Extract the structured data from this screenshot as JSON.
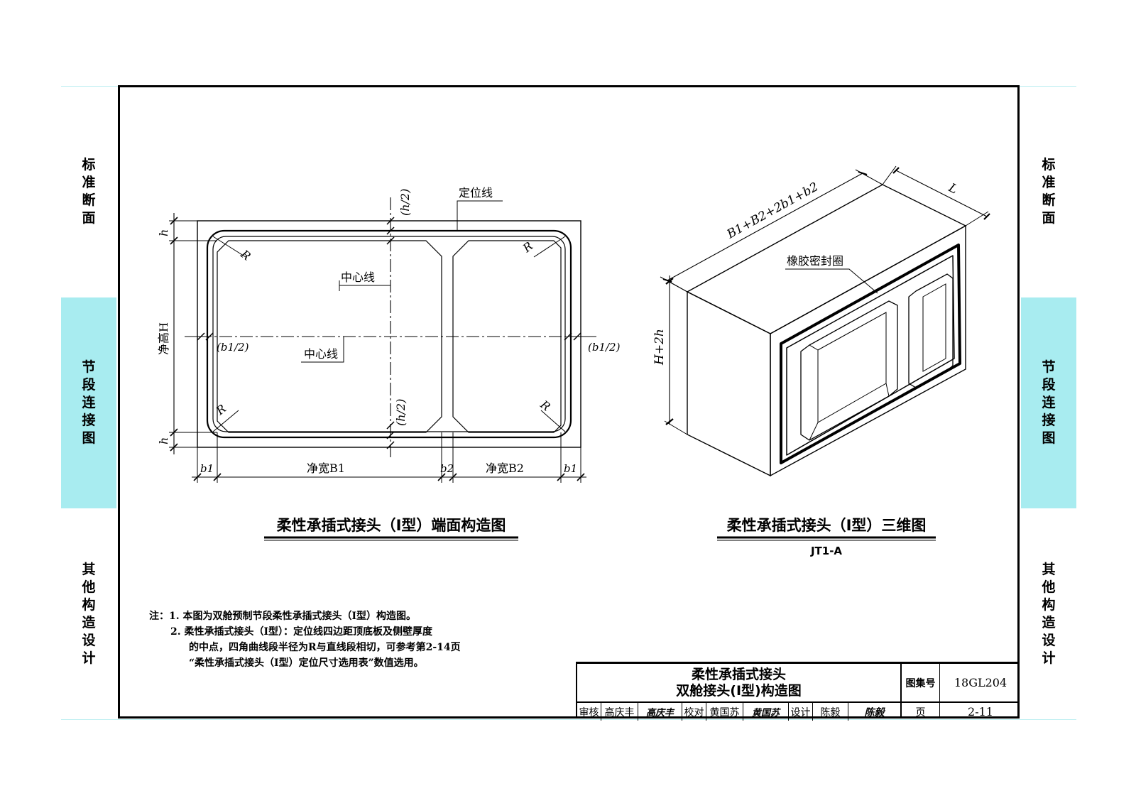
{
  "side_tabs": {
    "left": [
      "标准断面",
      "节段连接图",
      "其他构造设计"
    ],
    "right": [
      "标准断面",
      "节段连接图",
      "其他构造设计"
    ]
  },
  "left_drawing": {
    "title": "柔性承插式接头（Ⅰ型）端面构造图",
    "labels": {
      "locating_line": "定位线",
      "center_line_v": "中心线",
      "center_line_h": "中心线",
      "h_half_top": "(h/2)",
      "h_half_bottom": "(h/2)",
      "b1_half_left": "(b1/2)",
      "b1_half_right": "(b1/2)",
      "clear_height": "净高H",
      "h_top": "h",
      "h_bottom": "h",
      "b1_left": "b1",
      "clear_width_b1": "净宽B1",
      "b2": "b2",
      "clear_width_b2": "净宽B2",
      "b1_right": "b1",
      "radius": "R"
    }
  },
  "right_drawing": {
    "title": "柔性承插式接头（Ⅰ型）三维图",
    "subtitle": "JT1-A",
    "labels": {
      "width_dim": "B1+B2+2b1+b2",
      "length_dim": "L",
      "seal_ring": "橡胶密封圈",
      "height_dim": "H+2h"
    }
  },
  "notes": [
    "注：1. 本图为双舱预制节段柔性承插式接头（Ⅰ型）构造图。",
    "2. 柔性承插式接头（Ⅰ型）：定位线四边距顶底板及侧壁厚度",
    "的中点，四角曲线段半径为R与直线段相切，可参考第2-14页",
    "“柔性承插式接头（Ⅰ型）定位尺寸选用表”数值选用。"
  ],
  "title_block": {
    "title_line1": "柔性承插式接头",
    "title_line2": "双舱接头(Ⅰ型)构造图",
    "atlas_label": "图集号",
    "atlas_no": "18GL204",
    "review_label": "审核",
    "reviewer": "高庆丰",
    "reviewer_sig": "高庆丰",
    "check_label": "校对",
    "checker": "黄国苏",
    "checker_sig": "黄国苏",
    "design_label": "设计",
    "designer": "陈毅",
    "designer_sig": "陈毅",
    "page_label": "页",
    "page_no": "2-11"
  },
  "colors": {
    "tab_highlight": "#a8ecf0",
    "guide_line": "#bfeff2",
    "ink": "#000000"
  }
}
